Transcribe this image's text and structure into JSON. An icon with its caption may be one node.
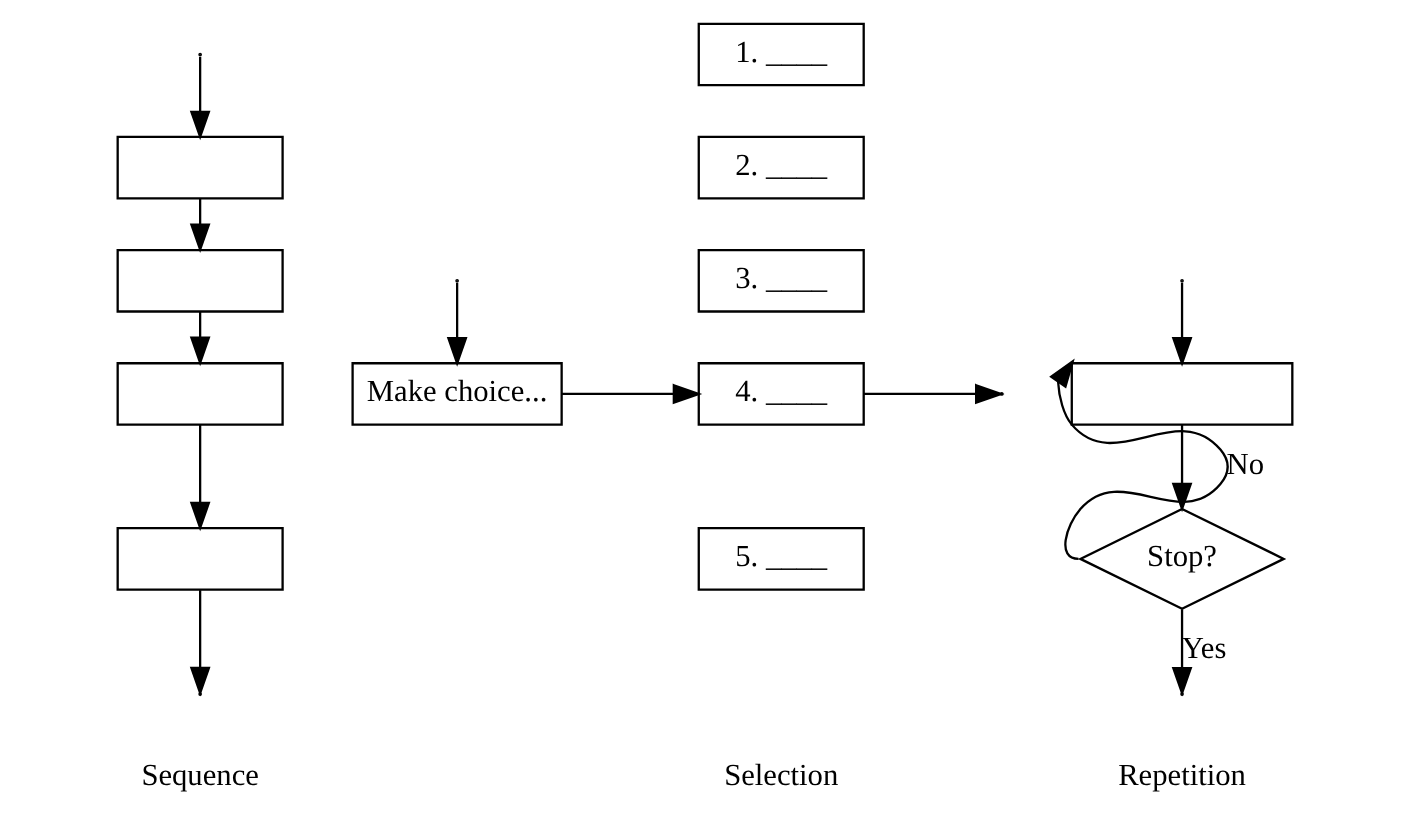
{
  "diagram": {
    "nodes": [
      {
        "text": [],
        "shape": "box"
      },
      {
        "text": [],
        "shape": "box"
      },
      {
        "text": [],
        "shape": "box"
      },
      {
        "text": [],
        "shape": "box"
      },
      {
        "text": [
          "Make choice..."
        ]
      },
      {
        "text": [
          "1. ____"
        ]
      },
      {
        "text": [
          "2. ____"
        ]
      },
      {
        "text": [
          "3. ____"
        ]
      },
      {
        "text": [
          "4. ____"
        ]
      },
      {
        "text": [
          "5. ____"
        ]
      },
      {
        "text": [],
        "shape": "box"
      },
      {
        "text": [
          "Stop?"
        ]
      }
    ],
    "edges": [
      {
        "from": null,
        "to": 0,
        "arrow": "to"
      },
      {
        "from": 0,
        "to": 1,
        "arrow": "to"
      },
      {
        "from": 1,
        "to": 2,
        "arrow": "to"
      },
      {
        "from": 2,
        "to": 3,
        "arrow": "to"
      },
      {
        "from": 3,
        "to": null,
        "arrow": "to"
      },
      {
        "from": null,
        "to": 4,
        "arrow": "to"
      },
      {
        "from": 4,
        "to": 8,
        "arrow": "to"
      },
      {
        "from": 8,
        "to": null,
        "arrow": "to"
      },
      {
        "from": null,
        "to": 10,
        "arrow": "to"
      },
      {
        "from": 10,
        "to": 11,
        "arrow": "to"
      },
      {
        "from": 11,
        "to": 10,
        "label": "No",
        "arrow": "to"
      },
      {
        "from": 11,
        "to": null,
        "label": "Yes",
        "arrow": "to"
      }
    ],
    "labels": [
      "Sequence",
      "Selection",
      "Repetition"
    ]
  }
}
